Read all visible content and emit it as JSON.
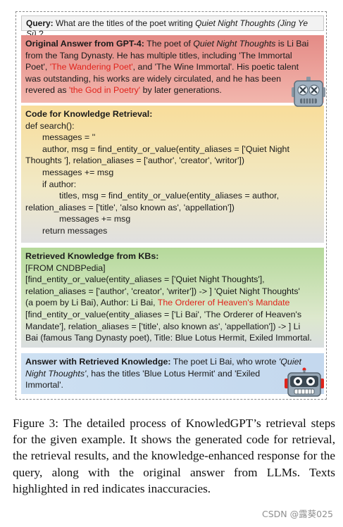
{
  "query": {
    "label": "Query:",
    "text_before": "What are the titles of the poet writing ",
    "title_italic": "Quiet Night Thoughts (Jing Ye Si)",
    "text_after": " ?"
  },
  "original_answer": {
    "label": "Original Answer from GPT-4:",
    "l1_a": " The poet of ",
    "l1_italic": "Quiet Night Thoughts",
    "l1_b": " is Li Bai",
    "l2": "from the Tang Dynasty. He has multiple titles, including 'The Immortal",
    "l3_a": "Poet', ",
    "l3_red": "'The Wandering Poet'",
    "l3_b": ", and 'The Wine Immortal'. His poetic talent",
    "l4": "was outstanding, his works are widely circulated, and he has been",
    "l5_a": "revered as ",
    "l5_red": "'the God in Poetry'",
    "l5_b": " by later generations."
  },
  "code": {
    "label": "Code for Knowledge Retrieval:",
    "lines": [
      "def search():",
      "messages = ''",
      "author, msg = find_entity_or_value(entity_aliases = ['Quiet Night",
      "Thoughts '], relation_aliases = ['author', 'creator', 'writor'])",
      "messages += msg",
      "if author:",
      "titles, msg = find_entity_or_value(entity_aliases = author,",
      "relation_aliases = ['title', 'also known as', 'appellation'])",
      "messages += msg",
      "return messages"
    ]
  },
  "retrieved": {
    "label": "Retrieved Knowledge from KBs:",
    "l1": "[FROM CNDBPedia]",
    "l2": "[find_entity_or_value(entity_aliases = ['Quiet Night Thoughts'],",
    "l3": "relation_aliases = ['author', 'creator', 'writer']) -> ] 'Quiet Night Thoughts'",
    "l4_a": "(a poem by Li Bai), Author: Li Bai, ",
    "l4_red": "The Orderer of Heaven's Mandate",
    "l5": "[find_entity_or_value(entity_aliases = ['Li Bai', 'The Orderer of Heaven's",
    "l6": "Mandate'], relation_aliases = ['title', also known as', 'appellation']) -> ] Li",
    "l7": "Bai (famous Tang Dynasty poet), Title: Blue Lotus Hermit, Exiled Immortal."
  },
  "answer": {
    "label": "Answer with Retrieved Knowledge:",
    "l1_a": " The poet Li Bai, who wrote ",
    "l1_italic": "'Quiet",
    "l2_italic": "Night Thoughts'",
    "l2_b": ", has the titles 'Blue Lotus Hermit' and 'Exiled",
    "l3": "Immortal'."
  },
  "caption": {
    "text": "Figure 3: The detailed process of KnowledGPT’s retrieval steps for the given example. It shows the generated code for retrieval, the retrieval results, and the knowledge-enhanced response for the query, along with the original answer from LLMs. Texts highlighted in red indicates inaccuracies."
  },
  "watermark": "CSDN @露葵025",
  "colors": {
    "inaccuracy_red": "#e0241c",
    "original_box": "#e48b86",
    "code_box": "#f8dd9a",
    "kb_box": "#b5d99a",
    "answer_box": "#cde0f2"
  },
  "icons": [
    "sad-robot-icon",
    "happy-robot-icon"
  ]
}
